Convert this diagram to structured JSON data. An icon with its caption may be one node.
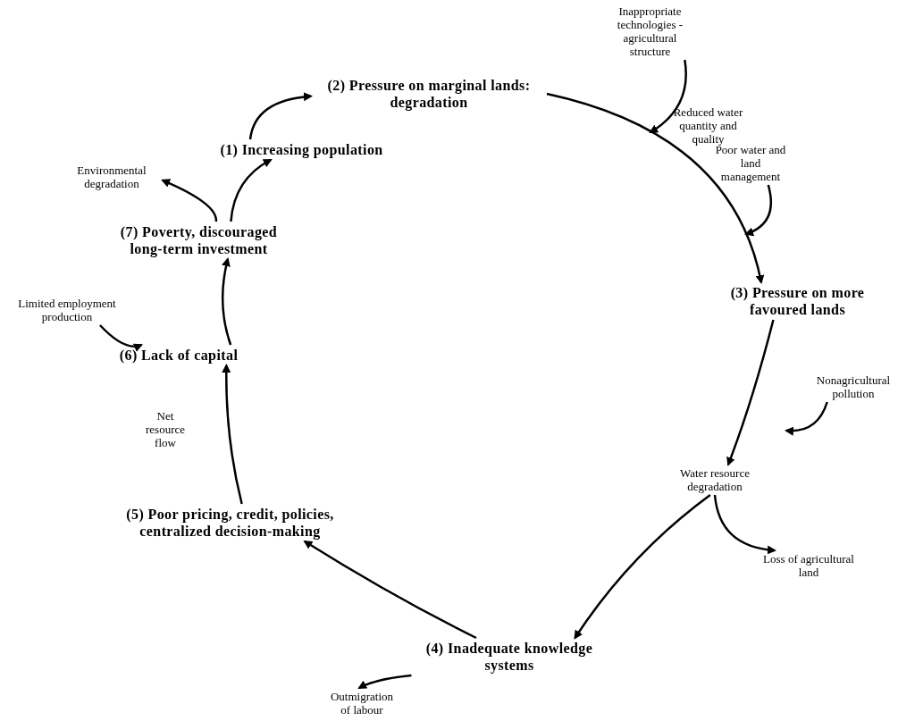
{
  "diagram": {
    "nodes": [
      {
        "text": [
          "(1) Increasing population"
        ]
      },
      {
        "text": [
          "(2) Pressure on marginal lands: degradation"
        ]
      },
      {
        "text": [
          "Inappropriate technologies - agricultural structure"
        ]
      },
      {
        "text": [
          "Poor water and land management"
        ]
      },
      {
        "text": [
          "(3) Pressure on more favoured lands"
        ]
      },
      {
        "text": [
          "Nonagricultural pollution"
        ]
      },
      {
        "text": [
          "Water resource degradation"
        ]
      },
      {
        "text": [
          "Loss of agricultural land"
        ]
      },
      {
        "text": [
          "(4) Inadequate knowledge systems"
        ]
      },
      {
        "text": [
          "Outmigration of labour"
        ]
      },
      {
        "text": [
          "(5) Poor pricing, credit, policies, centralized decision-making"
        ]
      },
      {
        "text": [
          "(6) Lack of capital"
        ]
      },
      {
        "text": [
          "Limited employment production"
        ]
      },
      {
        "text": [
          "(7) Poverty, discouraged long-term investment"
        ]
      },
      {
        "text": [
          "Environmental degradation"
        ]
      }
    ],
    "edges": [
      {
        "from": 0,
        "to": 1,
        "arrow": "to"
      },
      {
        "from": 1,
        "to": 4,
        "arrow": "to"
      },
      {
        "from": 2,
        "to": null,
        "arrow": "to"
      },
      {
        "from": 3,
        "to": null,
        "arrow": "to"
      },
      {
        "from": 4,
        "to": 6,
        "arrow": "to"
      },
      {
        "from": 5,
        "to": null,
        "arrow": "to"
      },
      {
        "from": 6,
        "to": 7,
        "arrow": "to"
      },
      {
        "from": 6,
        "to": 8,
        "arrow": "to"
      },
      {
        "from": 8,
        "to": 10,
        "arrow": "to"
      },
      {
        "from": 8,
        "to": 9,
        "arrow": "to"
      },
      {
        "from": 10,
        "to": 11,
        "arrow": "to"
      },
      {
        "from": 11,
        "to": 13,
        "arrow": "to"
      },
      {
        "from": 12,
        "to": 11,
        "arrow": "to"
      },
      {
        "from": 13,
        "to": 0,
        "arrow": "to"
      },
      {
        "from": 13,
        "to": 14,
        "arrow": "to"
      }
    ],
    "labels": [
      "Reduced water quantity and quality",
      "Net resource flow"
    ]
  }
}
